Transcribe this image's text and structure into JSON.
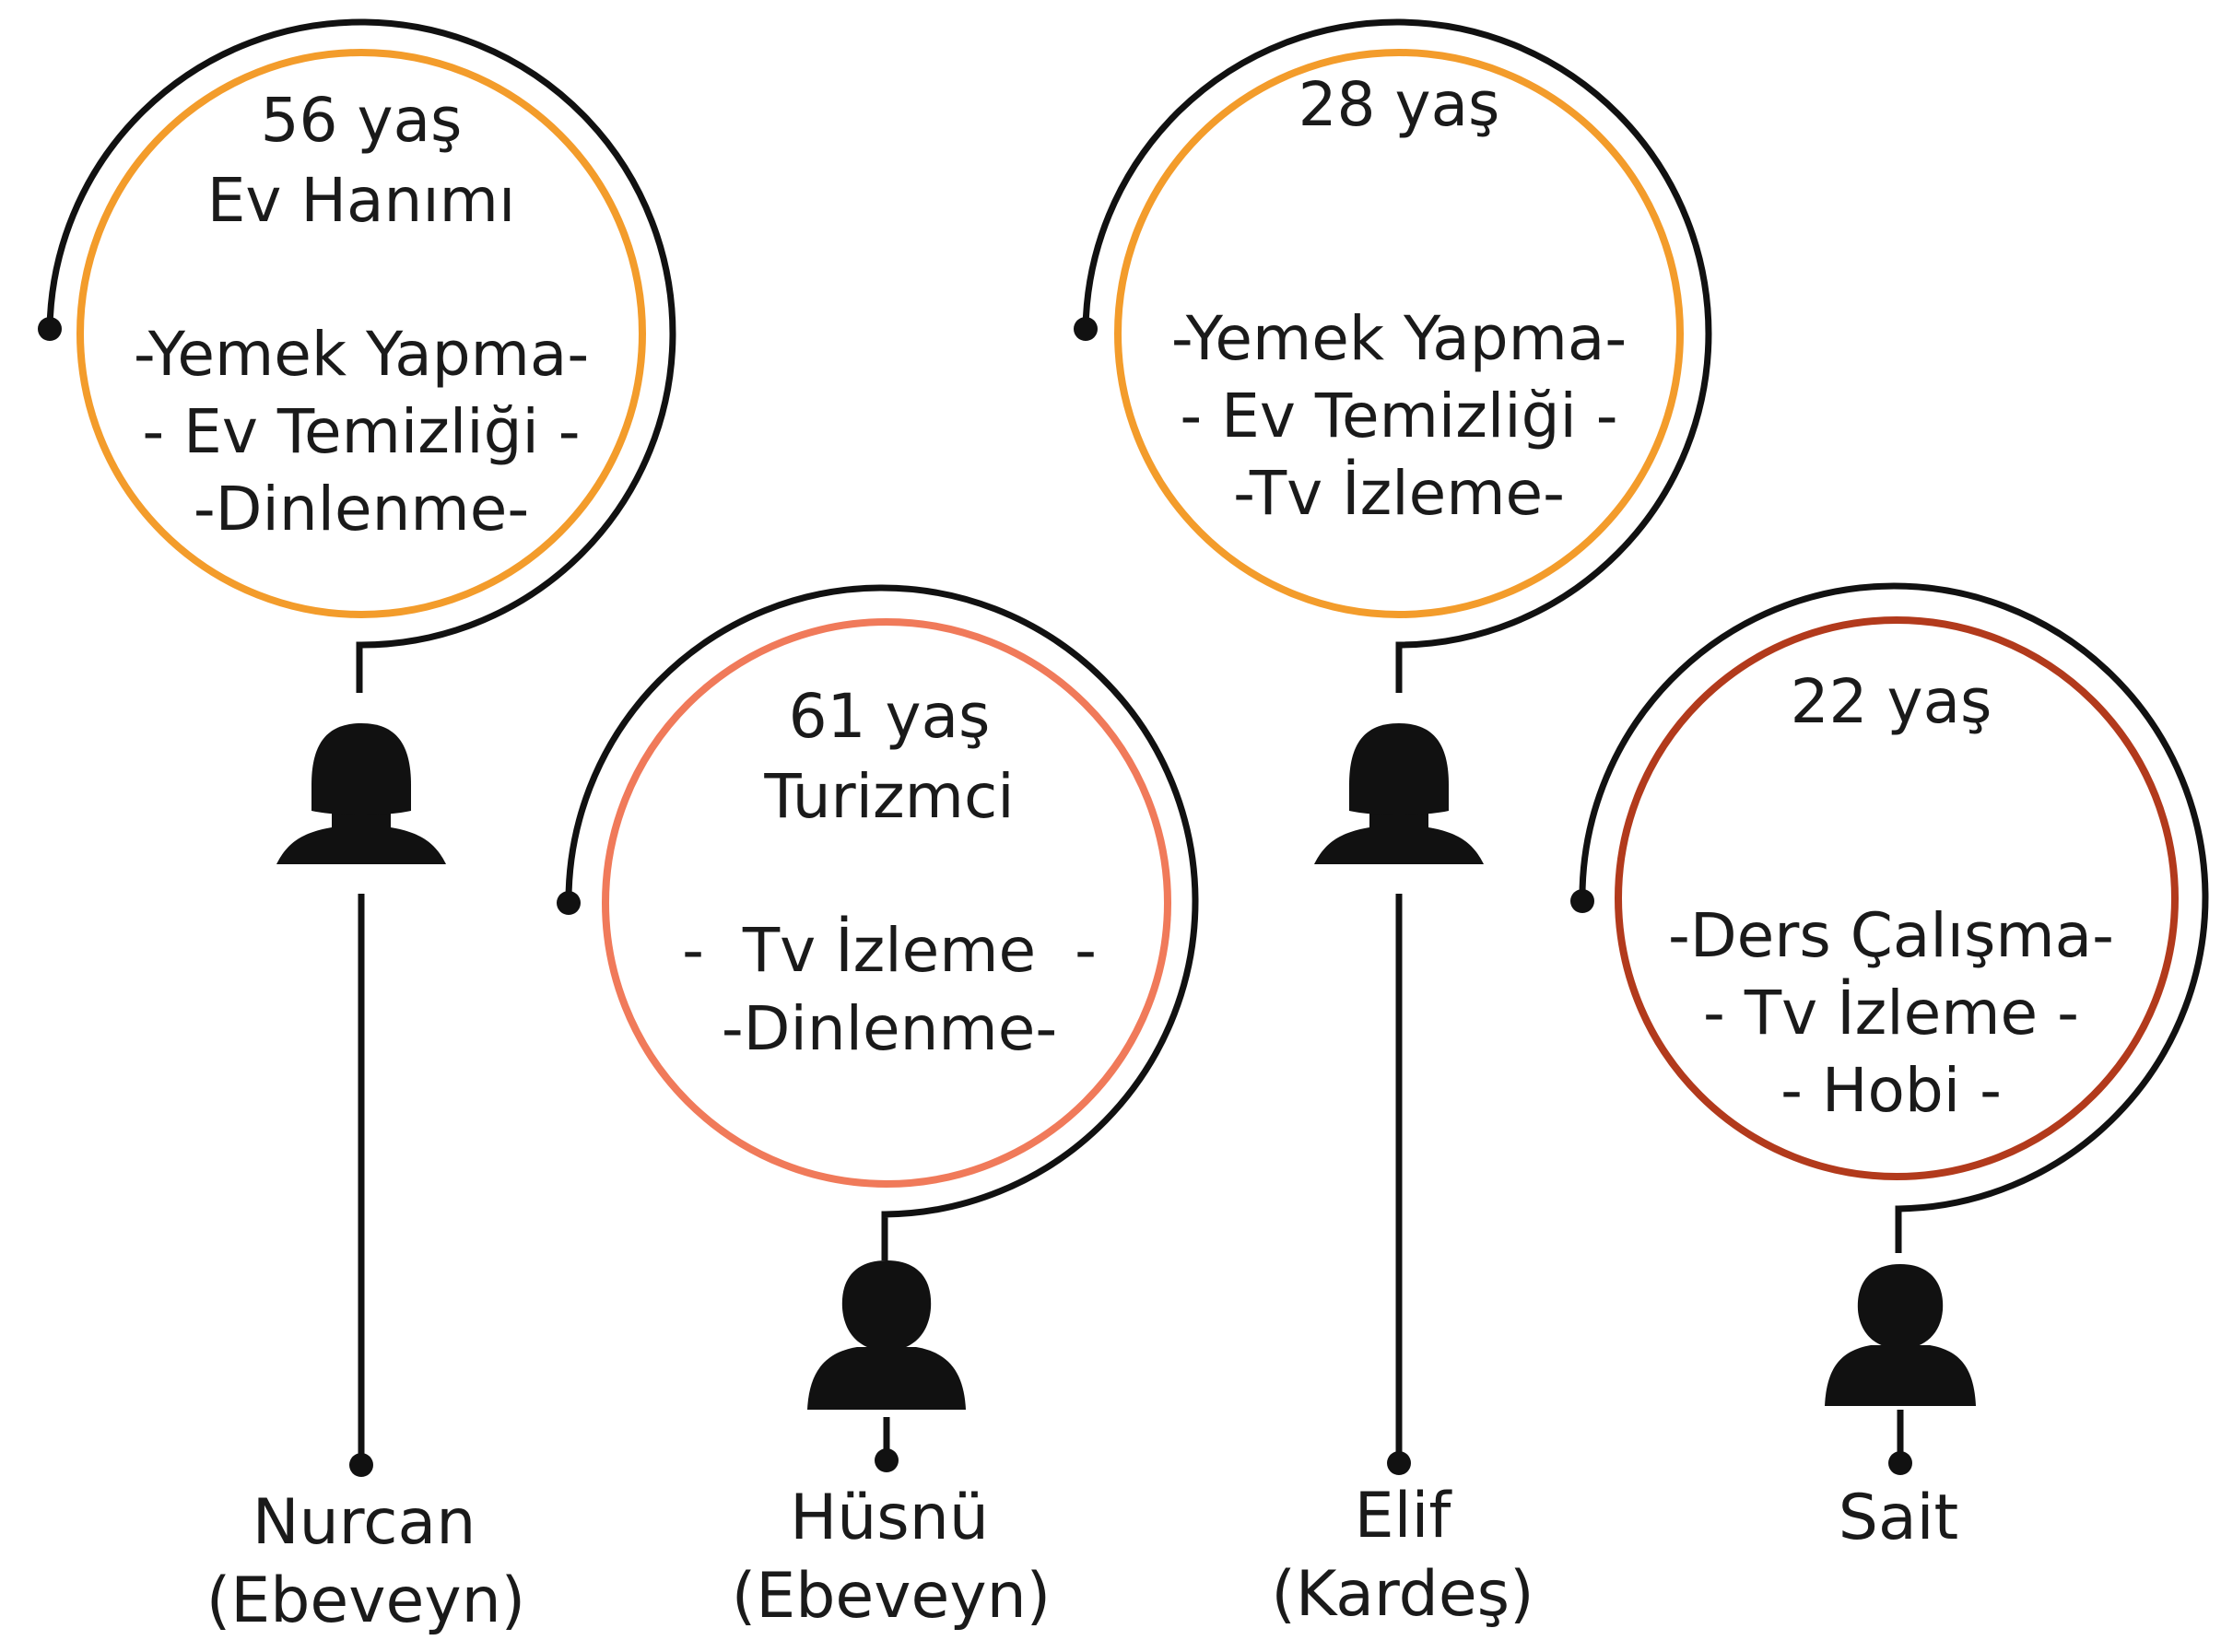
{
  "colors": {
    "line": "#111111",
    "ring_orange": "#f39c2b",
    "ring_salmon": "#f07a5a",
    "ring_brown": "#b23a1c"
  },
  "persons": [
    {
      "id": "nurcan",
      "icon": "female-user-icon",
      "ring_color": "#f39c2b",
      "info": [
        "56 yaş",
        "Ev Hanımı",
        "",
        "-Yemek Yapma-",
        "- Ev Temizliği -",
        "-Dinlenme-"
      ],
      "name": "Nurcan",
      "role": "(Ebeveyn)"
    },
    {
      "id": "husnu",
      "icon": "male-user-icon",
      "ring_color": "#f07a5a",
      "info": [
        "61 yaş",
        "Turizmci",
        "",
        "-  Tv İzleme  -",
        "-Dinlenme-"
      ],
      "name": "Hüsnü",
      "role": "(Ebeveyn)"
    },
    {
      "id": "elif",
      "icon": "female-user-icon",
      "ring_color": "#f39c2b",
      "info": [
        "28 yaş",
        "",
        "",
        "-Yemek Yapma-",
        "- Ev Temizliği -",
        "-Tv İzleme-"
      ],
      "name": "Elif",
      "role": "(Kardeş)"
    },
    {
      "id": "sait",
      "icon": "male-user-icon",
      "ring_color": "#b23a1c",
      "info": [
        "22 yaş",
        "",
        "",
        "-Ders Çalışma-",
        "- Tv İzleme -",
        "- Hobi -"
      ],
      "name": "Sait",
      "role": ""
    }
  ]
}
